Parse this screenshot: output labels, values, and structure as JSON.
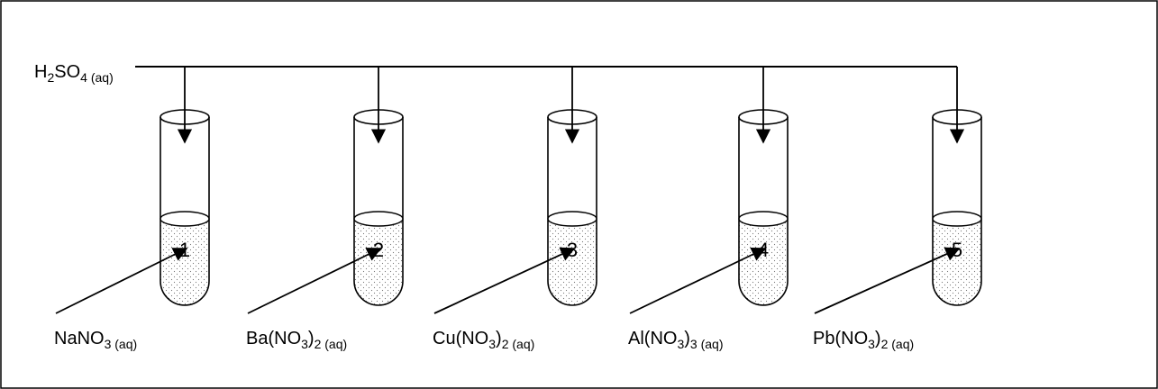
{
  "reagent": {
    "base": "H",
    "sub1": "2",
    "mid": "SO",
    "sub2": "4 (aq)"
  },
  "tubes": [
    {
      "number": "1",
      "solution": {
        "base": "NaNO",
        "sub1": "3 (aq)",
        "close": "",
        "sub2": ""
      }
    },
    {
      "number": "2",
      "solution": {
        "base": "Ba(NO",
        "sub1": "3",
        "close": ")",
        "sub2": "2 (aq)"
      }
    },
    {
      "number": "3",
      "solution": {
        "base": "Cu(NO",
        "sub1": "3",
        "close": ")",
        "sub2": "2 (aq)"
      }
    },
    {
      "number": "4",
      "solution": {
        "base": "Al(NO",
        "sub1": "3",
        "close": ")",
        "sub2": "3 (aq)"
      }
    },
    {
      "number": "5",
      "solution": {
        "base": "Pb(NO",
        "sub1": "3",
        "close": ")",
        "sub2": "2 (aq)"
      }
    }
  ]
}
